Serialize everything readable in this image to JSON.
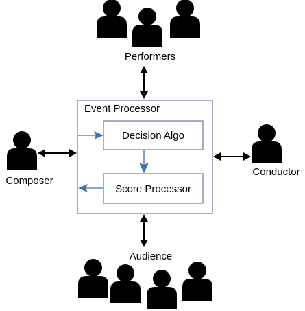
{
  "actors": {
    "performers": "Performers",
    "composer": "Composer",
    "conductor": "Conductor",
    "audience": "Audience"
  },
  "processor": {
    "title": "Event Processor",
    "decision": "Decision Algo",
    "score": "Score Processor"
  },
  "colors": {
    "frame": "#8a78b0",
    "inner_border": "#8a78b0",
    "flow_arrow": "#3f6fb5",
    "person": "#000000",
    "connector": "#000000"
  },
  "icons": [
    "person-group-icon",
    "person-icon",
    "double-arrow-icon",
    "flow-arrow-icon"
  ]
}
